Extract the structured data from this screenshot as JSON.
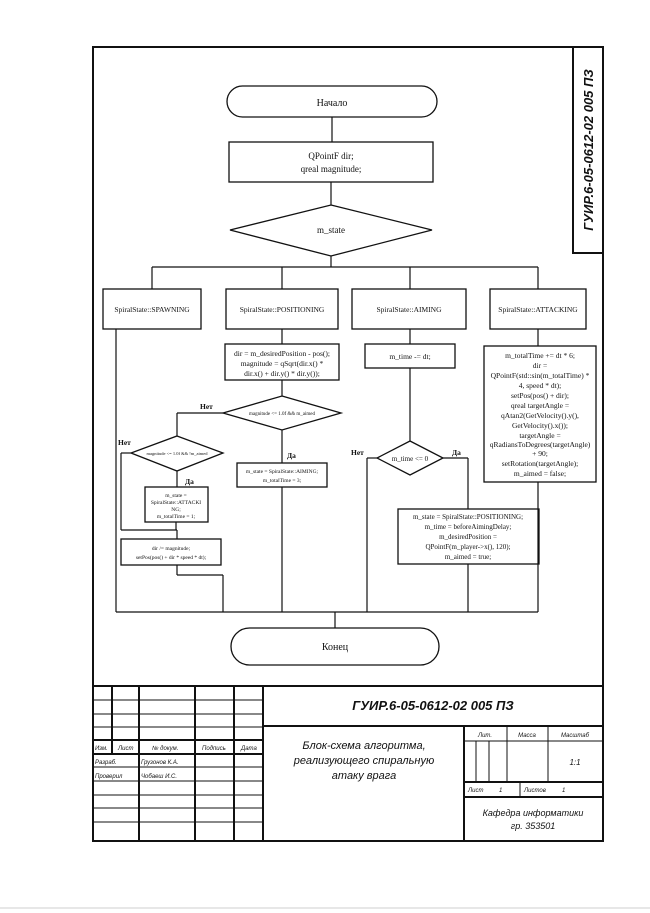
{
  "flowchart": {
    "start": "Начало",
    "end": "Конец",
    "decl": [
      "QPointF dir;",
      "qreal magnitude;"
    ],
    "switch": "m_state",
    "cases": [
      "SpiralState::SPAWNING",
      "SpiralState::POSITIONING",
      "SpiralState::AIMING",
      "SpiralState::ATTACKING"
    ],
    "positioning_block": [
      "dir = m_desiredPosition - pos();",
      "magnitude = qSqrt(dir.x() *",
      "dir.x() + dir.y() * dir.y());"
    ],
    "cond_outer": "magnitude <= 1.0f && m_aimed",
    "cond_inner": "magnitude <= 1.0f && !m_aimed",
    "inner_yes_block": [
      "m_state =",
      "SpiralState::ATTACKI",
      "NG;",
      "m_totalTime = 1;"
    ],
    "outer_yes_block": [
      "m_state = SpiralState::AIMING;",
      "m_totalTime = 3;"
    ],
    "move_block": [
      "dir /= magnitude;",
      "setPos(pos() + dir * speed * dt);"
    ],
    "aiming_block": "m_time -= dt;",
    "cond_aiming": "m_time <= 0",
    "aiming_yes_block": [
      "m_state = SpiralState::POSITIONING;",
      "m_time = beforeAimingDelay;",
      "m_desiredPosition =",
      "QPointF(m_player->x(), 120);",
      "m_aimed = true;"
    ],
    "attacking_block": [
      "m_totalTime += dt * 6;",
      "dir =",
      "QPointF(std::sin(m_totalTime) *",
      "4, speed * dt);",
      "setPos(pos() + dir);",
      "qreal targetAngle =",
      "qAtan2(GetVelocity().y(),",
      "GetVelocity().x());",
      "targetAngle =",
      "qRadiansToDegrees(targetAngle)",
      "+ 90;",
      "setRotation(targetAngle);",
      "m_aimed = false;"
    ],
    "yes": "Да",
    "no": "Нет"
  },
  "stamp": {
    "doc_code": "ГУИР.6-05-0612-02 005 ПЗ",
    "title": [
      "Блок-схема алгоритма,",
      "реализующего спиральную",
      "атаку врага"
    ],
    "col_izm": "Изм.",
    "col_list": "Лист",
    "col_doc": "№ докум.",
    "col_sign": "Подпись",
    "col_date": "Дата",
    "role_dev": "Разраб.",
    "dev_name": "Грузонов К.А.",
    "role_check": "Проверил",
    "check_name": "Чобаеш И.С.",
    "lit": "Лит.",
    "mass": "Масса",
    "scale_label": "Масштаб",
    "scale": "1:1",
    "sheet_label": "Лист",
    "sheet_no": "1",
    "sheets_label": "Листов",
    "sheets_no": "1",
    "dept": "Кафедра информатики",
    "group": "гр. 353501"
  }
}
